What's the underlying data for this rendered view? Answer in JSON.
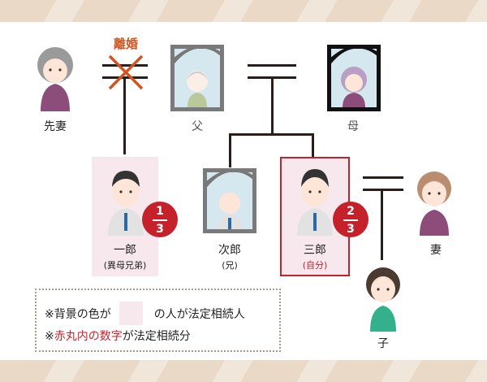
{
  "divorce_label": "離婚",
  "people": {
    "former_wife": "先妻",
    "father": "父",
    "mother": "母",
    "ichiro": {
      "name": "一郎",
      "note": "(異母兄弟)",
      "share_num": "1",
      "share_den": "3"
    },
    "jiro": {
      "name": "次郎",
      "note": "(兄)"
    },
    "saburo": {
      "name": "三郎",
      "note": "(自分)",
      "share_num": "2",
      "share_den": "3"
    },
    "wife": "妻",
    "child": "子"
  },
  "legend": {
    "line1_prefix": "※背景の色が",
    "line1_suffix": "の人が法定相続人",
    "line2_mark": "※",
    "line2_red": "赤丸内の数字",
    "line2_rest": "が法定相続分"
  },
  "colors": {
    "accent_red": "#c5212b",
    "divorce": "#d2541f",
    "heir_bg": "#f7e8ee"
  }
}
